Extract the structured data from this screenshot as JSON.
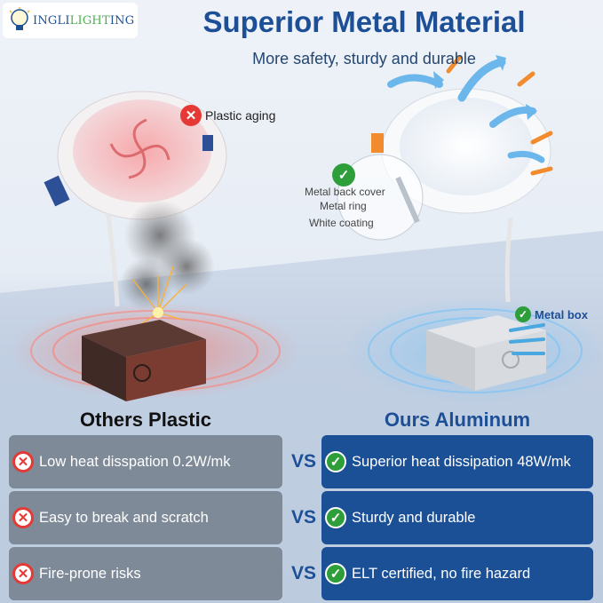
{
  "brand": {
    "logo_prefix": "INGLI",
    "logo_highlight": "LIGHT",
    "logo_suffix": "ING"
  },
  "header": {
    "title": "Superior Metal Material",
    "subtitle": "More safety, sturdy and durable"
  },
  "callouts": {
    "plastic_aging": "Plastic aging",
    "metal_back_cover": "Metal back cover",
    "metal_ring": "Metal ring",
    "white_coating": "White coating",
    "metal_box": "Metal box"
  },
  "comparison": {
    "left_title": "Others Plastic",
    "right_title": "Ours Aluminum",
    "vs_label": "VS",
    "rows": [
      {
        "left": "Low heat disspation 0.2W/mk",
        "right": "Superior heat dissipation 48W/mk"
      },
      {
        "left": "Easy to break and scratch",
        "right": "Sturdy and durable"
      },
      {
        "left": "Fire-prone risks",
        "right": "ELT certified, no fire hazard"
      }
    ]
  },
  "colors": {
    "brand_blue": "#1d4f97",
    "negative_red": "#e53935",
    "positive_green": "#2e9e3a",
    "heat_orange": "#f28a2e",
    "cool_blue": "#4aa8e0"
  }
}
